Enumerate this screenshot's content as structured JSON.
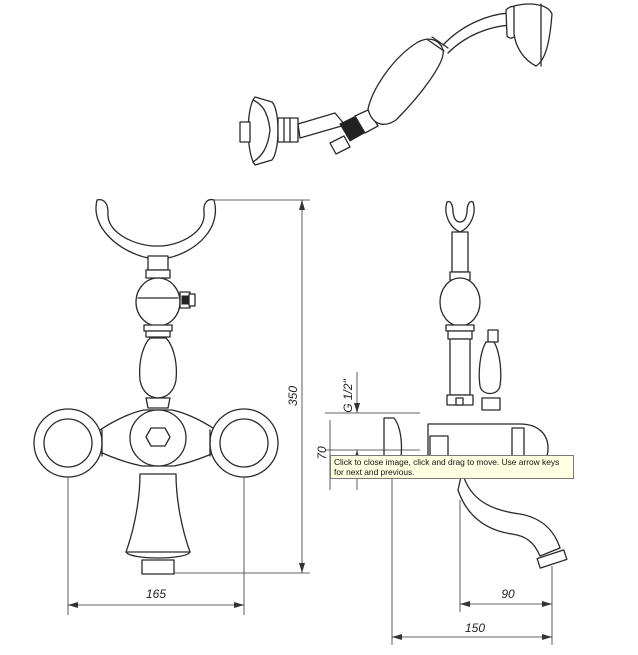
{
  "dimensions": {
    "height_total": "350",
    "width_front": "165",
    "thread": "G 1/2\"",
    "depth": "70",
    "spout_reach": "90",
    "overall_depth": "150"
  },
  "tooltip": {
    "text": "Click to close image, click and drag to move. Use arrow keys for next and previous."
  }
}
